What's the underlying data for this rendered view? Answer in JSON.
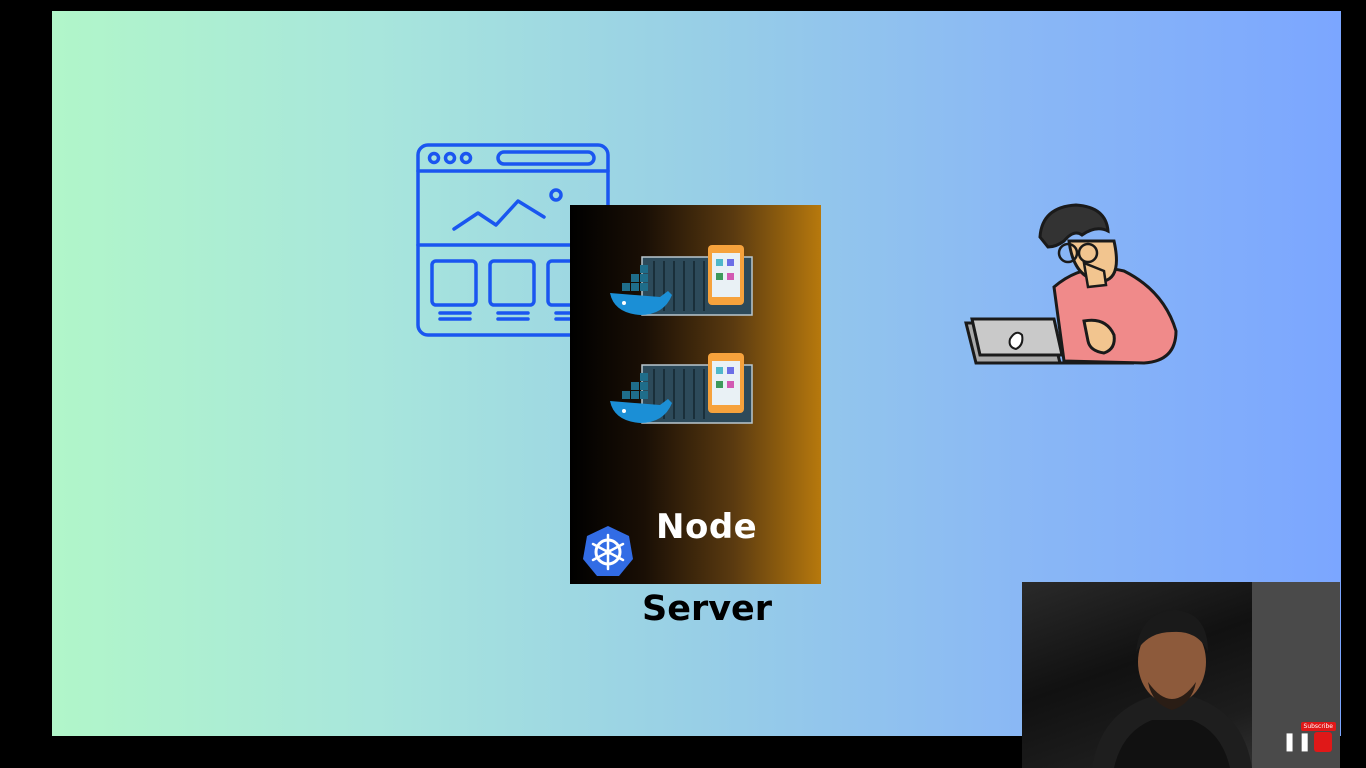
{
  "diagram": {
    "node_label": "Node",
    "server_label": "Server"
  },
  "icons": {
    "browser": "browser-window-icon",
    "docker": "docker-whale-icon",
    "app": "mobile-app-icon",
    "kubernetes": "kubernetes-icon",
    "person": "person-with-laptop-icon"
  },
  "webcam": {
    "rec_tag": "Subscribe"
  },
  "colors": {
    "gradient_start": "#b1f6c9",
    "gradient_end": "#7ba6ff",
    "browser_stroke": "#1a56f0",
    "node_dark": "#000000",
    "node_orange": "#b7790d",
    "k8s_blue": "#326ce5",
    "record_red": "#e01818"
  }
}
